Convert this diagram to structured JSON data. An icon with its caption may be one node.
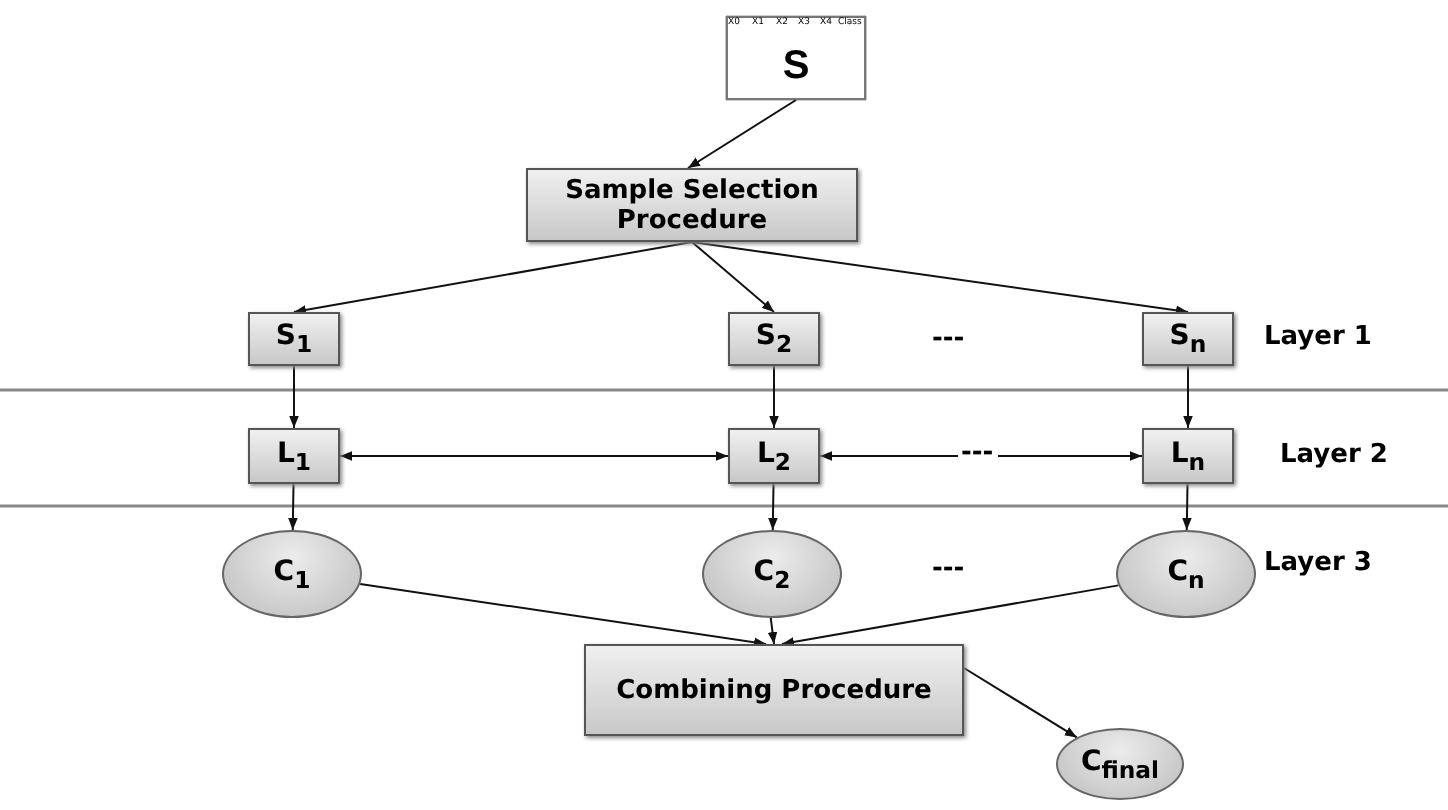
{
  "diagram": {
    "nodes": [
      {
        "text": [
          "S"
        ]
      },
      {
        "text": [
          "Sample Selection Procedure"
        ]
      },
      {
        "text": [
          "S$_{1}$"
        ]
      },
      {
        "text": [
          "S$_{2}$"
        ]
      },
      {
        "text": [
          "S$_{n}$"
        ]
      },
      {
        "text": [
          "L$_{1}$"
        ]
      },
      {
        "text": [
          "L$_{2}$"
        ]
      },
      {
        "text": [
          "L$_{n}$"
        ]
      },
      {
        "text": [
          "C$_{1}$"
        ]
      },
      {
        "text": [
          "C$_{2}$"
        ]
      },
      {
        "text": [
          "C$_{n}$"
        ]
      },
      {
        "text": [
          "Combining Procedure"
        ]
      },
      {
        "text": [
          "C$_{final}$"
        ]
      }
    ],
    "edges": [
      {
        "from": 0,
        "to": 1,
        "arrow": "to"
      },
      {
        "from": 1,
        "to": 2,
        "arrow": "to"
      },
      {
        "from": 1,
        "to": 3,
        "arrow": "to"
      },
      {
        "from": 1,
        "to": 4,
        "arrow": "to"
      },
      {
        "from": 2,
        "to": 5,
        "arrow": "to"
      },
      {
        "from": 3,
        "to": 6,
        "arrow": "to"
      },
      {
        "from": 4,
        "to": 7,
        "arrow": "to"
      },
      {
        "from": 5,
        "to": 6,
        "arrow": "both"
      },
      {
        "from": 6,
        "to": 7,
        "arrow": "both",
        "label": "---"
      },
      {
        "from": 5,
        "to": 8,
        "arrow": "to"
      },
      {
        "from": 6,
        "to": 9,
        "arrow": "to"
      },
      {
        "from": 7,
        "to": 10,
        "arrow": "to"
      },
      {
        "from": 8,
        "to": 11,
        "arrow": "to"
      },
      {
        "from": 9,
        "to": 11,
        "arrow": "to"
      },
      {
        "from": 10,
        "to": 11,
        "arrow": "to"
      },
      {
        "from": 11,
        "to": 12,
        "arrow": "to"
      }
    ],
    "labels": [
      "X0",
      "X1",
      "X2",
      "X3",
      "X4",
      "Class",
      "---",
      "Layer 1",
      "Layer 2",
      "---",
      "Layer 3"
    ]
  }
}
